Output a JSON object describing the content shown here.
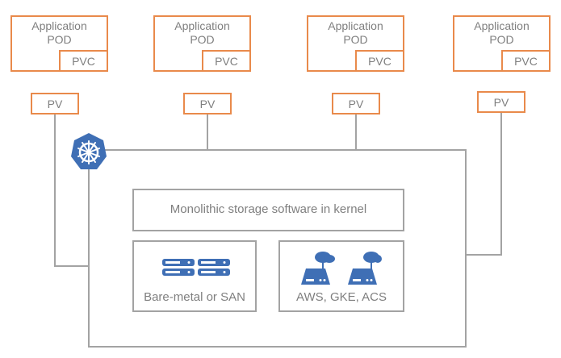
{
  "pods": [
    {
      "pod_label_line1": "Application",
      "pod_label_line2": "POD",
      "pvc_label": "PVC",
      "pv_label": "PV"
    },
    {
      "pod_label_line1": "Application",
      "pod_label_line2": "POD",
      "pvc_label": "PVC",
      "pv_label": "PV"
    },
    {
      "pod_label_line1": "Application",
      "pod_label_line2": "POD",
      "pvc_label": "PVC",
      "pv_label": "PV"
    },
    {
      "pod_label_line1": "Application",
      "pod_label_line2": "POD",
      "pvc_label": "PVC",
      "pv_label": "PV"
    }
  ],
  "cluster": {
    "icon": "kubernetes-helm-icon",
    "kernel_label": "Monolithic storage software in kernel",
    "baremetal_label": "Bare-metal or SAN",
    "baremetal_icon": "server-rack-icon",
    "cloud_label": "AWS, GKE, ACS",
    "cloud_icon": "cloud-server-icon"
  },
  "colors": {
    "orange": "#E98A4B",
    "gray": "#A3A3A3",
    "text": "#7F7F7F",
    "blue": "#3F6FB5"
  }
}
